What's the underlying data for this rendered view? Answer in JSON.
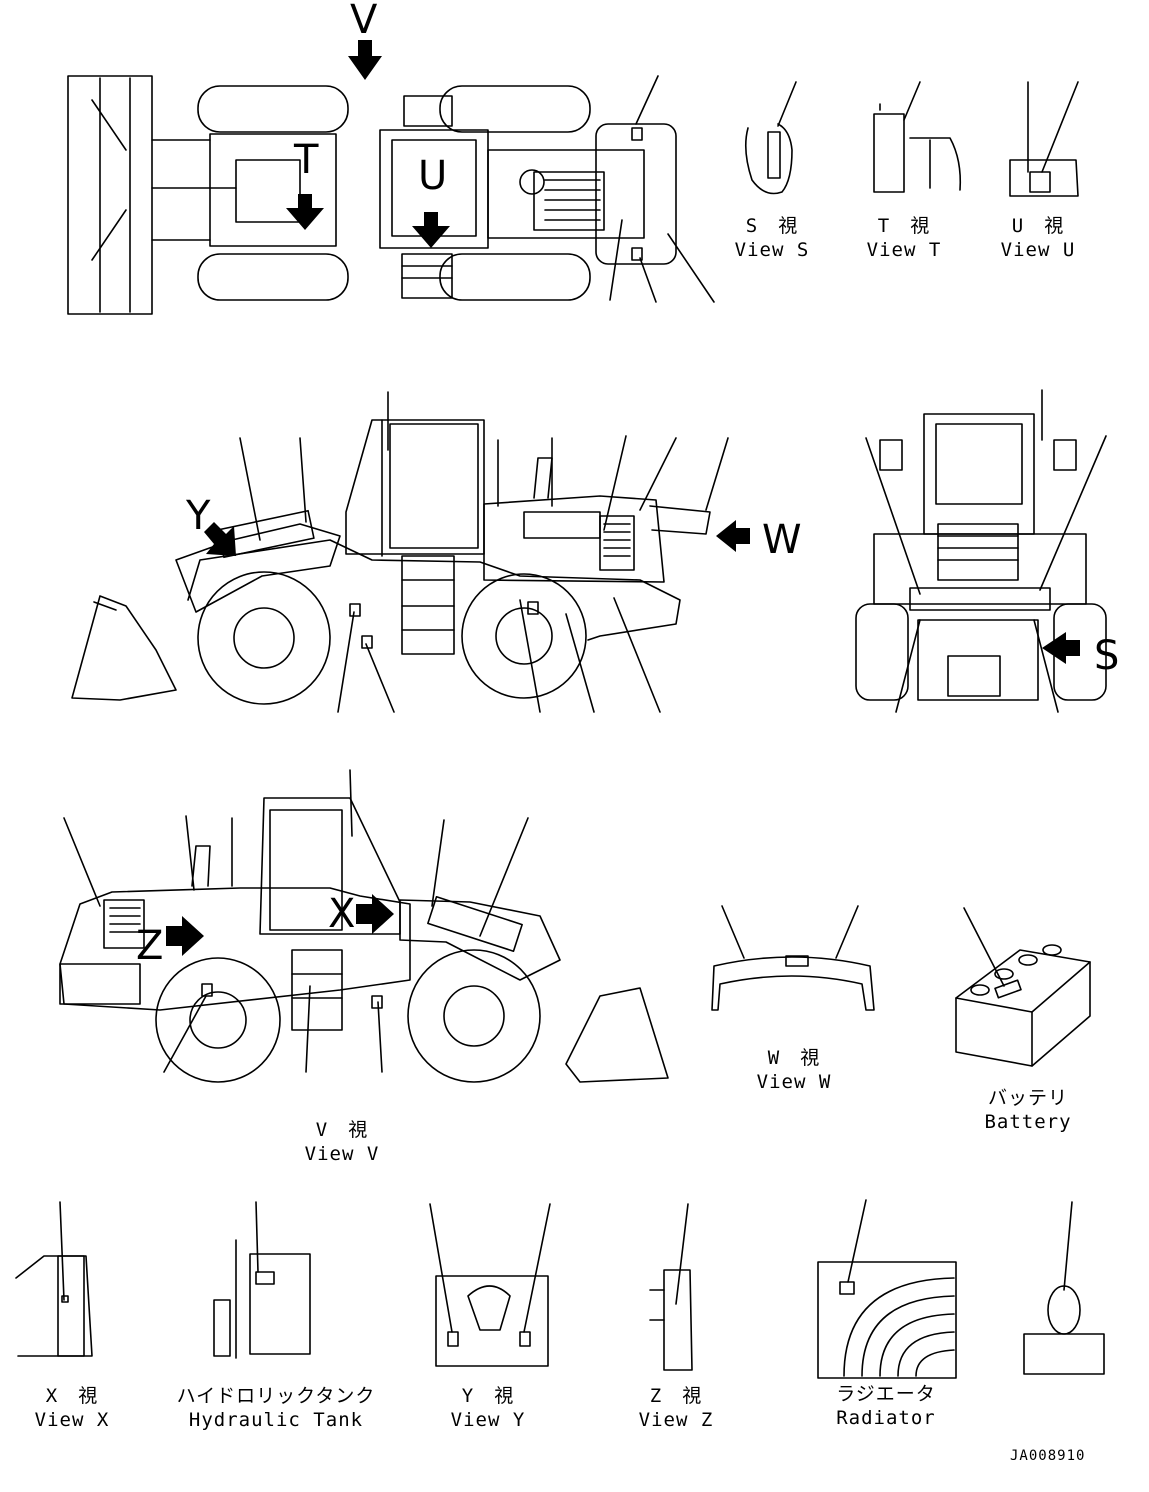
{
  "top_view": {
    "arrow_v": "V",
    "arrow_t": "T",
    "arrow_u": "U"
  },
  "views": {
    "s": {
      "jp": "S　視",
      "en": "View S"
    },
    "t": {
      "jp": "T　視",
      "en": "View T"
    },
    "u": {
      "jp": "U　視",
      "en": "View U"
    },
    "v": {
      "jp": "V　視",
      "en": "View V"
    },
    "w": {
      "jp": "W　視",
      "en": "View W"
    },
    "x": {
      "jp": "X　視",
      "en": "View X"
    },
    "y": {
      "jp": "Y　視",
      "en": "View Y"
    },
    "z": {
      "jp": "Z　視",
      "en": "View Z"
    }
  },
  "side_view": {
    "arrow_y": "Y",
    "arrow_w": "W"
  },
  "rear_view": {
    "arrow_s": "S"
  },
  "v_view": {
    "arrow_x": "X",
    "arrow_z": "Z"
  },
  "battery": {
    "jp": "バッテリ",
    "en": "Battery"
  },
  "hydraulic_tank": {
    "jp": "ハイドロリックタンク",
    "en": "Hydraulic Tank"
  },
  "radiator": {
    "jp": "ラジエータ",
    "en": "Radiator"
  },
  "drawing_code": "JA008910"
}
